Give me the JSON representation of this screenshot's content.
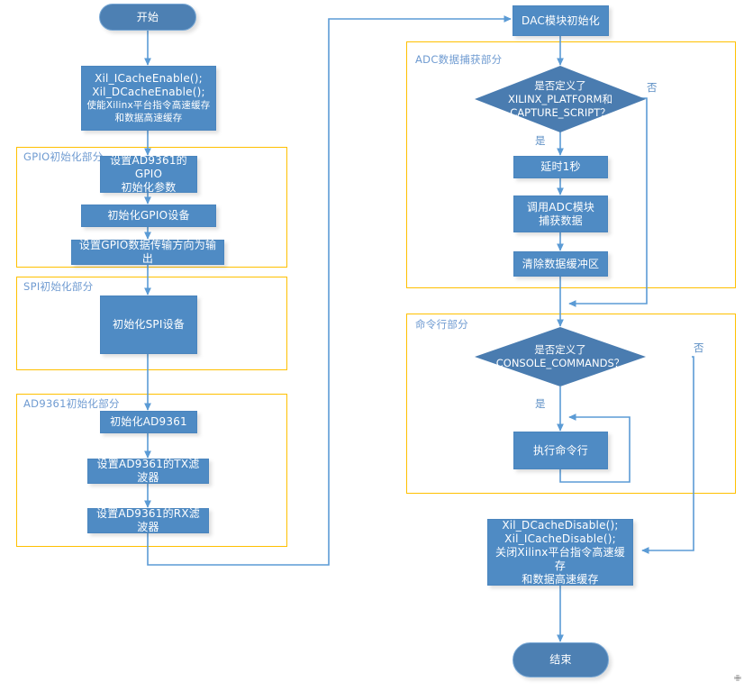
{
  "diagram": {
    "title": "AD9361 Xilinx 平台主程序流程图",
    "colors": {
      "process_fill": "#4f8bc4",
      "terminal_fill": "#4d80b3",
      "decision_fill": "#4a7cb0",
      "group_border": "#ffc000",
      "group_label": "#6f9bd1",
      "connector": "#5b9bd5",
      "edge_label": "#5b8ec4",
      "canvas": "#ffffff"
    }
  },
  "nodes": {
    "start": {
      "label": "开始"
    },
    "cache_enable": {
      "line1": "Xil_ICacheEnable();",
      "line2": "Xil_DCacheEnable();",
      "line3": "使能Xilinx平台指令高速缓存",
      "line4": "和数据高速缓存"
    },
    "gpio_params": {
      "line1": "设置AD9361的GPIO",
      "line2": "初始化参数"
    },
    "gpio_init": {
      "label": "初始化GPIO设备"
    },
    "gpio_dir": {
      "label": "设置GPIO数据传输方向为输出"
    },
    "spi_init": {
      "label": "初始化SPI设备"
    },
    "ad9361_init": {
      "label": "初始化AD9361"
    },
    "ad9361_tx": {
      "label": "设置AD9361的TX滤波器"
    },
    "ad9361_rx": {
      "label": "设置AD9361的RX滤波器"
    },
    "dac_init": {
      "label": "DAC模块初始化"
    },
    "adc_decision": {
      "line1": "是否定义了",
      "line2": "XILINX_PLATFORM和",
      "line3": "CAPTURE_SCRIPT？"
    },
    "delay_1s": {
      "label": "延时1秒"
    },
    "adc_capture": {
      "line1": "调用ADC模块",
      "line2": "捕获数据"
    },
    "clear_buffer": {
      "label": "清除数据缓冲区"
    },
    "console_decision": {
      "line1": "是否定义了",
      "line2": "CONSOLE_COMMANDS？"
    },
    "run_console": {
      "label": "执行命令行"
    },
    "cache_disable": {
      "line1": "Xil_DCacheDisable();",
      "line2": "Xil_ICacheDisable();",
      "line3": "关闭Xilinx平台指令高速缓存",
      "line4": "和数据高速缓存"
    },
    "end": {
      "label": "结束"
    }
  },
  "groups": {
    "gpio": {
      "label": "GPIO初始化部分"
    },
    "spi": {
      "label": "SPI初始化部分"
    },
    "ad9361": {
      "label": "AD9361初始化部分"
    },
    "adc": {
      "label": "ADC数据捕获部分"
    },
    "console": {
      "label": "命令行部分"
    }
  },
  "edge_labels": {
    "adc_yes": "是",
    "adc_no": "否",
    "console_yes": "是",
    "console_no": "否"
  },
  "cursor": {
    "glyph": "✙"
  }
}
